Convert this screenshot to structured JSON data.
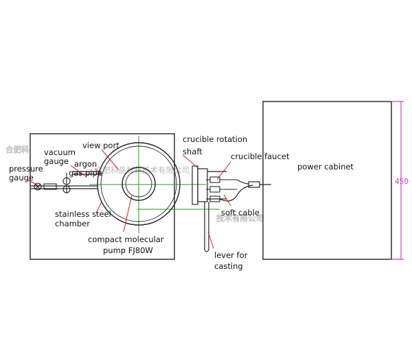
{
  "labels": {
    "view_port": "view port",
    "vacuum_gauge": [
      "vacuum",
      "gauge"
    ],
    "argon_gas_pipe": [
      "argon",
      "gas pipe"
    ],
    "pressure_gauge": [
      "pressure",
      "gauge"
    ],
    "crucible_rotation_shaft": [
      "crucible rotation",
      "shaft"
    ],
    "crucible_faucet": "crucible faucet",
    "power_cabinet": "power cabinet",
    "stainless_steel_chamber": [
      "stainless steel",
      "chamber"
    ],
    "compact_molecular_pump": [
      "compact molecular",
      "pump FJ80W"
    ],
    "soft_cable": "soft cable",
    "lever_for_casting": [
      "lever for",
      "casting"
    ]
  },
  "dimension": {
    "value": "450"
  },
  "watermark": {
    "top_text": "合肥科晶材料技术有限公司",
    "left_text": "合肥科",
    "bottom_text": "技术有限公司"
  },
  "colors": {
    "line": "#222222",
    "leader": "#d22020",
    "centerline": "#1aa51a",
    "dimension": "#d43bd4",
    "watermark": "#c0c0c0"
  }
}
